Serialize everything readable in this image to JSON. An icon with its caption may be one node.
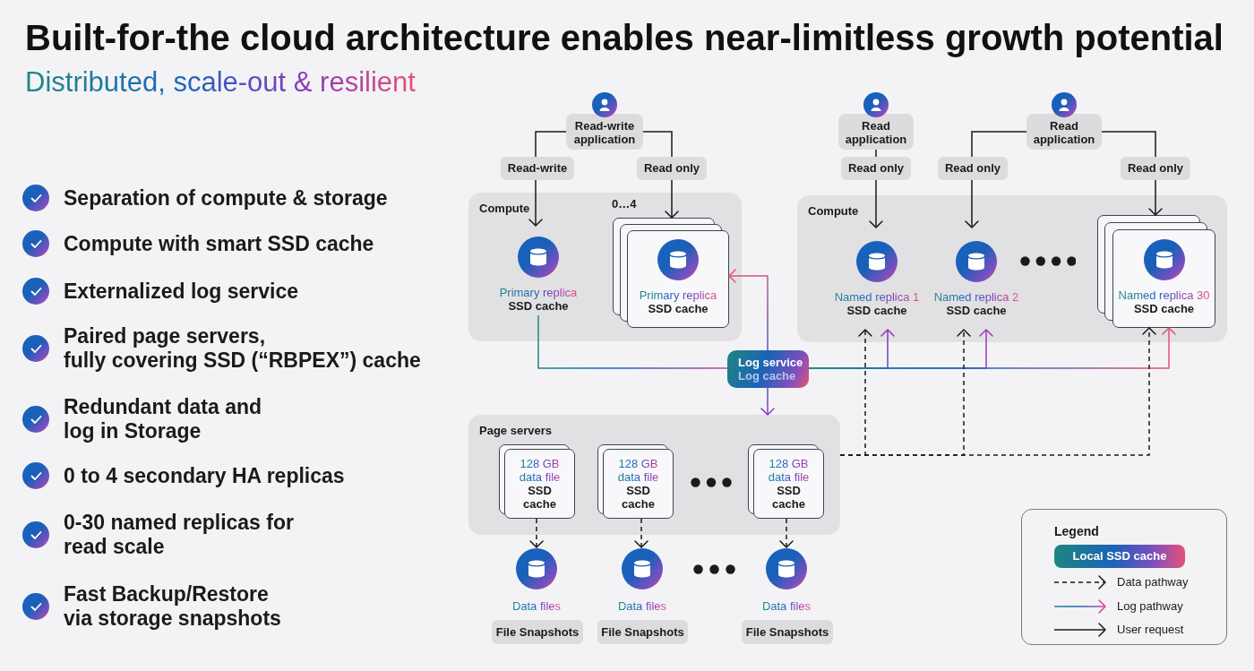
{
  "diagram": {
    "title": "Built-for-the cloud architecture enables near-limitless growth potential",
    "nodes": [
      {
        "text": [
          "Read-write application"
        ]
      },
      {
        "text": [
          "Read application"
        ]
      },
      {
        "text": [
          "Read application"
        ]
      },
      {
        "text": [
          "Compute"
        ]
      },
      {
        "text": [
          "Primary replica",
          "SSD cache"
        ],
        "in": 3
      },
      {
        "text": [
          "Primary replica",
          "SSD cache"
        ],
        "in": 3,
        "beside": [
          "0…4"
        ]
      },
      {
        "text": [
          "Compute"
        ]
      },
      {
        "text": [
          "Named replica 1",
          "SSD cache"
        ],
        "in": 6
      },
      {
        "text": [
          "Named replica 2",
          "SSD cache"
        ],
        "in": 6
      },
      {
        "text": [
          "Named replica 30",
          "SSD cache"
        ],
        "in": 6
      },
      {
        "text": [
          "Log service",
          "Log cache"
        ]
      },
      {
        "text": [
          "Page servers"
        ]
      },
      {
        "text": [
          "128 GB data file",
          "SSD cache"
        ],
        "in": 11
      },
      {
        "text": [
          "128 GB data file",
          "SSD cache"
        ],
        "in": 11
      },
      {
        "text": [
          "128 GB data file",
          "SSD cache"
        ],
        "in": 11
      },
      {
        "text": [
          "Data files"
        ]
      },
      {
        "text": [
          "Data files"
        ]
      },
      {
        "text": [
          "Data files"
        ]
      },
      {
        "text": [
          "File Snapshots"
        ]
      },
      {
        "text": [
          "File Snapshots"
        ]
      },
      {
        "text": [
          "File Snapshots"
        ]
      }
    ],
    "edges": [
      {
        "from": 0,
        "to": 4,
        "arrow": "to",
        "label": "Read-write"
      },
      {
        "from": 0,
        "to": 5,
        "arrow": "to",
        "label": "Read only"
      },
      {
        "from": 1,
        "to": 7,
        "arrow": "to",
        "label": "Read only"
      },
      {
        "from": 2,
        "to": 8,
        "arrow": "to",
        "label": "Read only"
      },
      {
        "from": 2,
        "to": 9,
        "arrow": "to",
        "label": "Read only"
      },
      {
        "from": 4,
        "to": 10,
        "arrow": "none",
        "color": "#c2459c"
      },
      {
        "from": 10,
        "to": 5,
        "arrow": "to",
        "color": "#e8507a"
      },
      {
        "from": 10,
        "to": 11,
        "arrow": "to",
        "color": "#8a3ab9"
      },
      {
        "from": 10,
        "to": 7,
        "arrow": "to",
        "color": "#8a3ab9"
      },
      {
        "from": 10,
        "to": 8,
        "arrow": "to",
        "color": "#9a3bb8"
      },
      {
        "from": 10,
        "to": 9,
        "arrow": "to",
        "color": "#e8507a"
      },
      {
        "from": 11,
        "to": 7,
        "arrow": "to",
        "style": "dashed"
      },
      {
        "from": 11,
        "to": 8,
        "arrow": "to",
        "style": "dashed"
      },
      {
        "from": 11,
        "to": 9,
        "arrow": "to",
        "style": "dashed"
      },
      {
        "from": 12,
        "to": 15,
        "arrow": "to",
        "style": "dashed"
      },
      {
        "from": 13,
        "to": 16,
        "arrow": "to",
        "style": "dashed"
      },
      {
        "from": 14,
        "to": 17,
        "arrow": "to",
        "style": "dashed"
      }
    ],
    "labels": [
      "Distributed, scale-out & resilient",
      "Separation of compute & storage",
      "Compute with smart SSD cache",
      "Externalized log service",
      "Paired page servers, fully covering SSD (“RBPEX”) cache",
      "Redundant data and log in Storage",
      "0 to 4 secondary HA replicas",
      "0-30 named replicas for read scale",
      "Fast Backup/Restore via storage snapshots",
      "Legend"
    ],
    "legend": [
      {
        "text": "Local SSD cache"
      },
      {
        "text": "Data pathway"
      },
      {
        "text": "Log pathway"
      },
      {
        "text": "User request"
      }
    ]
  }
}
